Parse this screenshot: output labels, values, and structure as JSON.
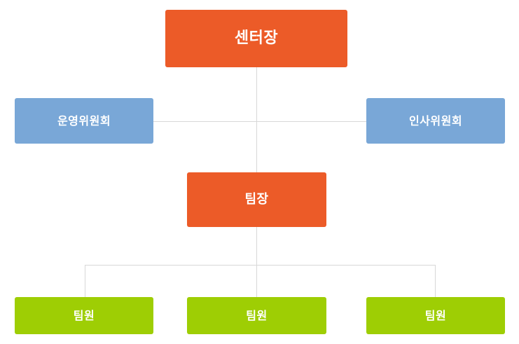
{
  "chart": {
    "type": "org-chart",
    "background_color": "#ffffff",
    "connector_color": "#d8d8d8",
    "levels": [
      {
        "level": 1,
        "role": "director",
        "color": "#ec5b28",
        "nodes": [
          {
            "label": "센터장"
          }
        ]
      },
      {
        "level": 2,
        "role": "committee",
        "color": "#79a7d7",
        "nodes": [
          {
            "label": "운영위원회"
          },
          {
            "label": "인사위원회"
          }
        ]
      },
      {
        "level": 3,
        "role": "team-leader",
        "color": "#ec5b28",
        "nodes": [
          {
            "label": "팀장"
          }
        ]
      },
      {
        "level": 4,
        "role": "team-member",
        "color": "#9ece04",
        "nodes": [
          {
            "label": "팀원"
          },
          {
            "label": "팀원"
          },
          {
            "label": "팀원"
          }
        ]
      }
    ]
  }
}
